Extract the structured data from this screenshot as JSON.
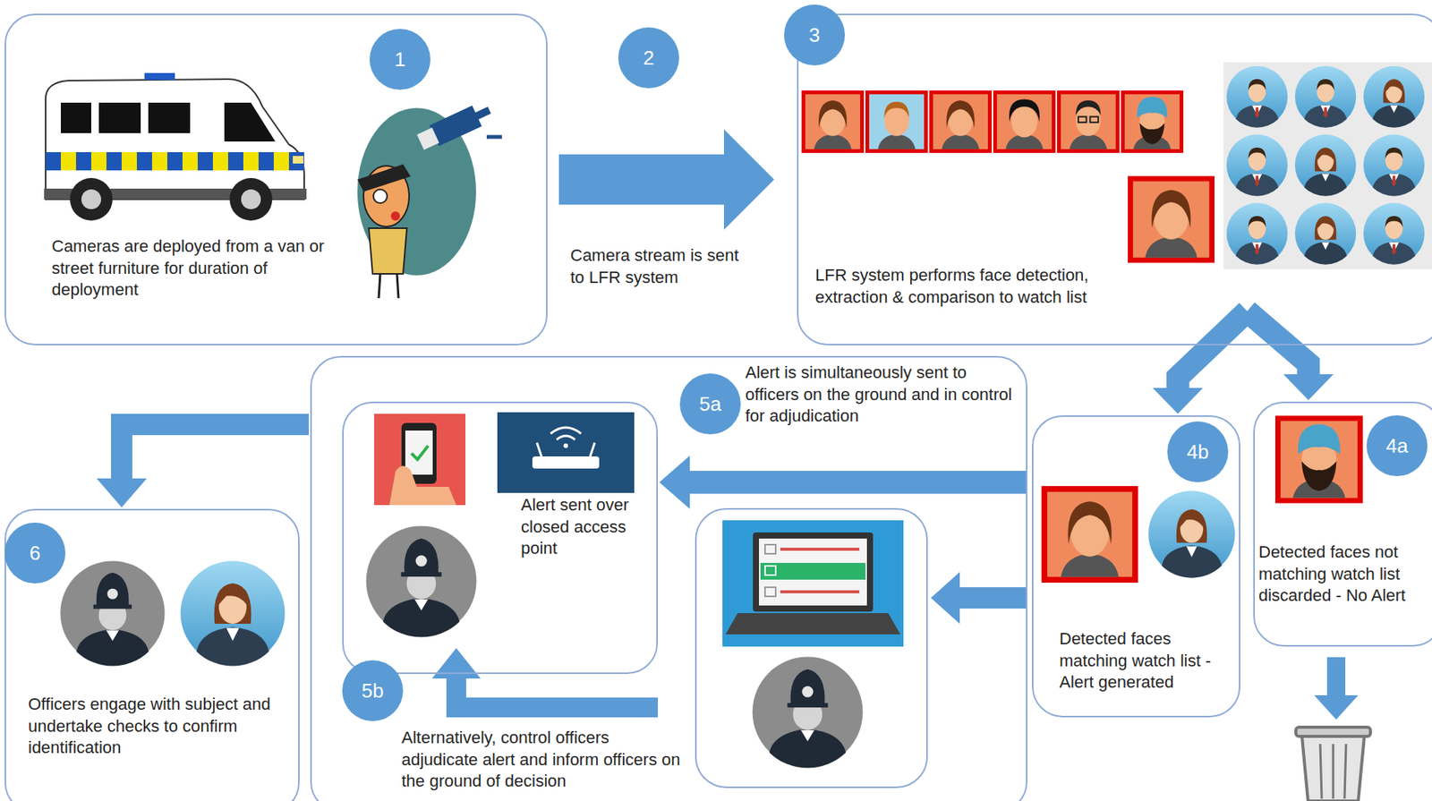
{
  "diagram": {
    "nodes": [
      {
        "text": [
          "Cameras are deployed from a van or street furniture for duration of deployment"
        ]
      },
      {
        "text": [
          "LFR system performs face detection, extraction & comparison to watch list"
        ]
      },
      {
        "text": [
          "Detected faces matching watch list - Alert generated"
        ]
      },
      {
        "text": [
          "Detected faces not matching watch list discarded - No Alert"
        ]
      },
      {
        "text": [
          "Alert is simultaneously sent to officers on the ground and in control for adjudication",
          "Alternatively, control officers adjudicate alert and inform officers on the ground of decision"
        ]
      },
      {
        "text": [
          "Alert sent over closed access point"
        ],
        "in": 4
      },
      {
        "text": [
          "Officers engage with subject and undertake checks to confirm identification"
        ]
      }
    ],
    "edges": [
      {
        "from": 0,
        "to": 1,
        "arrow": "to",
        "label": "Camera stream is sent to LFR system"
      },
      {
        "from": 1,
        "to": 2,
        "arrow": "to"
      },
      {
        "from": 1,
        "to": 3,
        "arrow": "to"
      },
      {
        "from": 2,
        "to": 5,
        "arrow": "to"
      },
      {
        "from": 4,
        "to": 6,
        "arrow": "to"
      }
    ],
    "labels": [
      "1",
      "2",
      "3",
      "4b",
      "4a",
      "5a",
      "5b",
      "6"
    ]
  }
}
